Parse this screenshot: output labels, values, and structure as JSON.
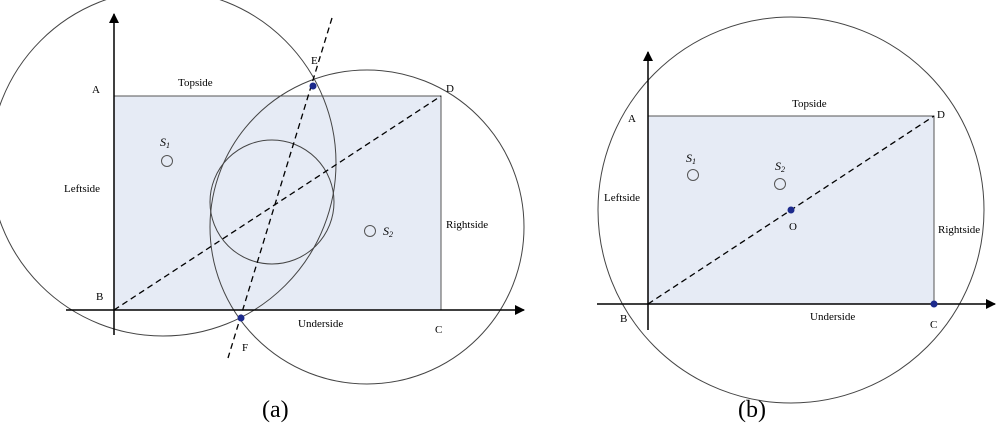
{
  "figure_a": {
    "caption": "(a)",
    "points": {
      "A": "A",
      "B": "B",
      "C": "C",
      "D": "D",
      "E": "E",
      "F": "F"
    },
    "sides": {
      "top": "Topside",
      "left": "Leftside",
      "right": "Rightside",
      "under": "Underside"
    },
    "sensors": [
      {
        "letter": "S",
        "index": "1"
      },
      {
        "letter": "S",
        "index": "2"
      }
    ]
  },
  "figure_b": {
    "caption": "(b)",
    "points": {
      "A": "A",
      "B": "B",
      "C": "C",
      "D": "D",
      "O": "O"
    },
    "sides": {
      "top": "Topside",
      "left": "Leftside",
      "right": "Rightside",
      "under": "Underside"
    },
    "sensors": [
      {
        "letter": "S",
        "index": "1"
      },
      {
        "letter": "S",
        "index": "2"
      }
    ]
  },
  "colors": {
    "region_fill": "#e6ebf5",
    "line": "#333333",
    "point": "#1c2a8c"
  }
}
